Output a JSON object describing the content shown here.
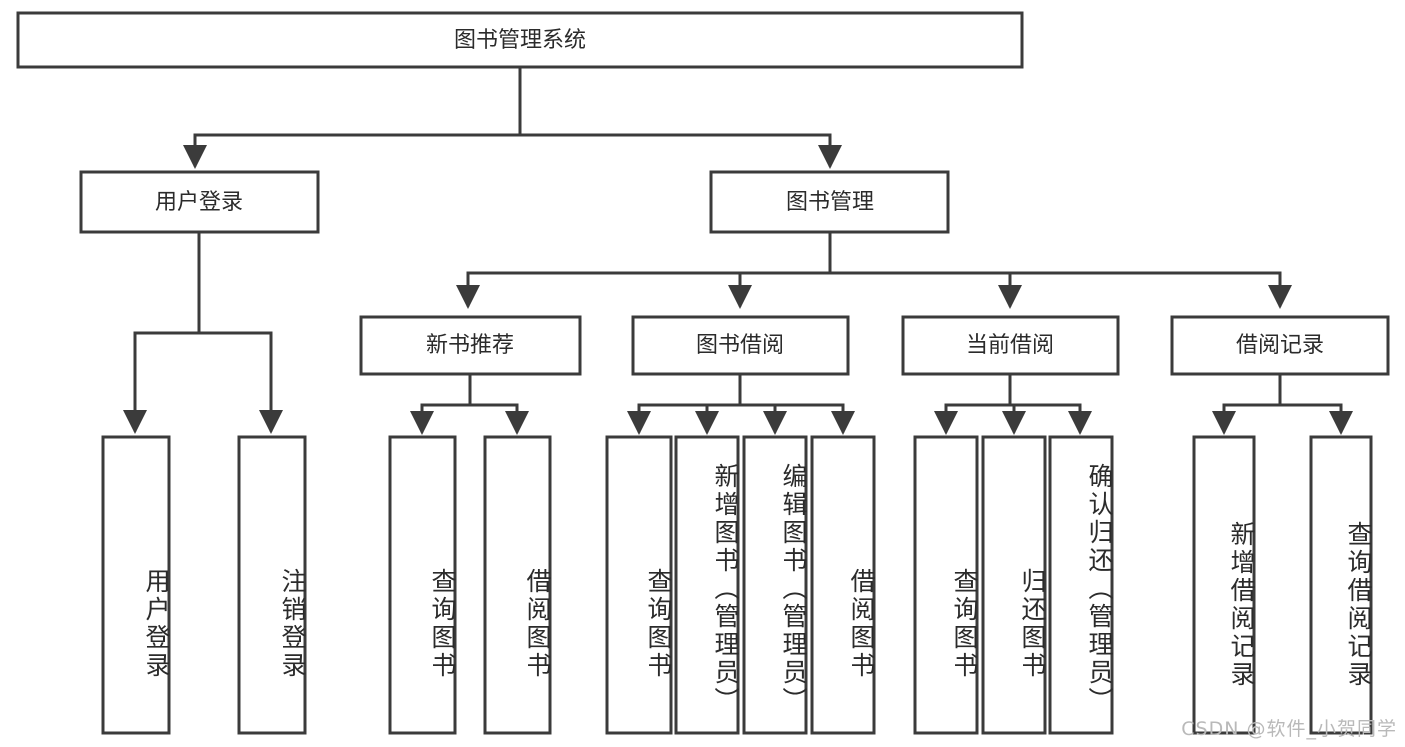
{
  "diagram": {
    "title": "图书管理系统",
    "type": "tree",
    "orientation": "top-down",
    "colors": {
      "stroke": "#3b3b3b",
      "box_fill": "#ffffff",
      "text": "#2b2b2b",
      "background": "#ffffff",
      "watermark": "#b9b9b9"
    },
    "root": {
      "id": "root",
      "label": "图书管理系统",
      "text_direction": "horizontal"
    },
    "level2": [
      {
        "id": "user-login",
        "label": "用户登录",
        "text_direction": "horizontal"
      },
      {
        "id": "book-management",
        "label": "图书管理",
        "text_direction": "horizontal"
      }
    ],
    "level3": [
      {
        "id": "new-book-recommend",
        "label": "新书推荐",
        "parent": "book-management",
        "text_direction": "horizontal"
      },
      {
        "id": "book-borrow",
        "label": "图书借阅",
        "parent": "book-management",
        "text_direction": "horizontal"
      },
      {
        "id": "current-borrow",
        "label": "当前借阅",
        "parent": "book-management",
        "text_direction": "horizontal"
      },
      {
        "id": "borrow-record",
        "label": "借阅记录",
        "parent": "book-management",
        "text_direction": "horizontal"
      }
    ],
    "leaves": [
      {
        "id": "leaf-user-login",
        "label": "用户登录",
        "parent": "user-login",
        "text_direction": "vertical"
      },
      {
        "id": "leaf-logout-login",
        "label": "注销登录",
        "parent": "user-login",
        "text_direction": "vertical"
      },
      {
        "id": "leaf-query-book-1",
        "label": "查询图书",
        "parent": "new-book-recommend",
        "text_direction": "vertical"
      },
      {
        "id": "leaf-borrow-book-1",
        "label": "借阅图书",
        "parent": "new-book-recommend",
        "text_direction": "vertical"
      },
      {
        "id": "leaf-query-book-2",
        "label": "查询图书",
        "parent": "book-borrow",
        "text_direction": "vertical"
      },
      {
        "id": "leaf-add-book",
        "label": "新增图书（管理员）",
        "parent": "book-borrow",
        "text_direction": "vertical"
      },
      {
        "id": "leaf-edit-book",
        "label": "编辑图书（管理员）",
        "parent": "book-borrow",
        "text_direction": "vertical"
      },
      {
        "id": "leaf-borrow-book-2",
        "label": "借阅图书",
        "parent": "book-borrow",
        "text_direction": "vertical"
      },
      {
        "id": "leaf-query-book-3",
        "label": "查询图书",
        "parent": "current-borrow",
        "text_direction": "vertical"
      },
      {
        "id": "leaf-return-book",
        "label": "归还图书",
        "parent": "current-borrow",
        "text_direction": "vertical"
      },
      {
        "id": "leaf-confirm-return",
        "label": "确认归还（管理员）",
        "parent": "current-borrow",
        "text_direction": "vertical"
      },
      {
        "id": "leaf-add-record",
        "label": "新增借阅记录",
        "parent": "borrow-record",
        "text_direction": "vertical"
      },
      {
        "id": "leaf-query-record",
        "label": "查询借阅记录",
        "parent": "borrow-record",
        "text_direction": "vertical"
      }
    ],
    "watermark": "CSDN @软件_小贺同学"
  }
}
